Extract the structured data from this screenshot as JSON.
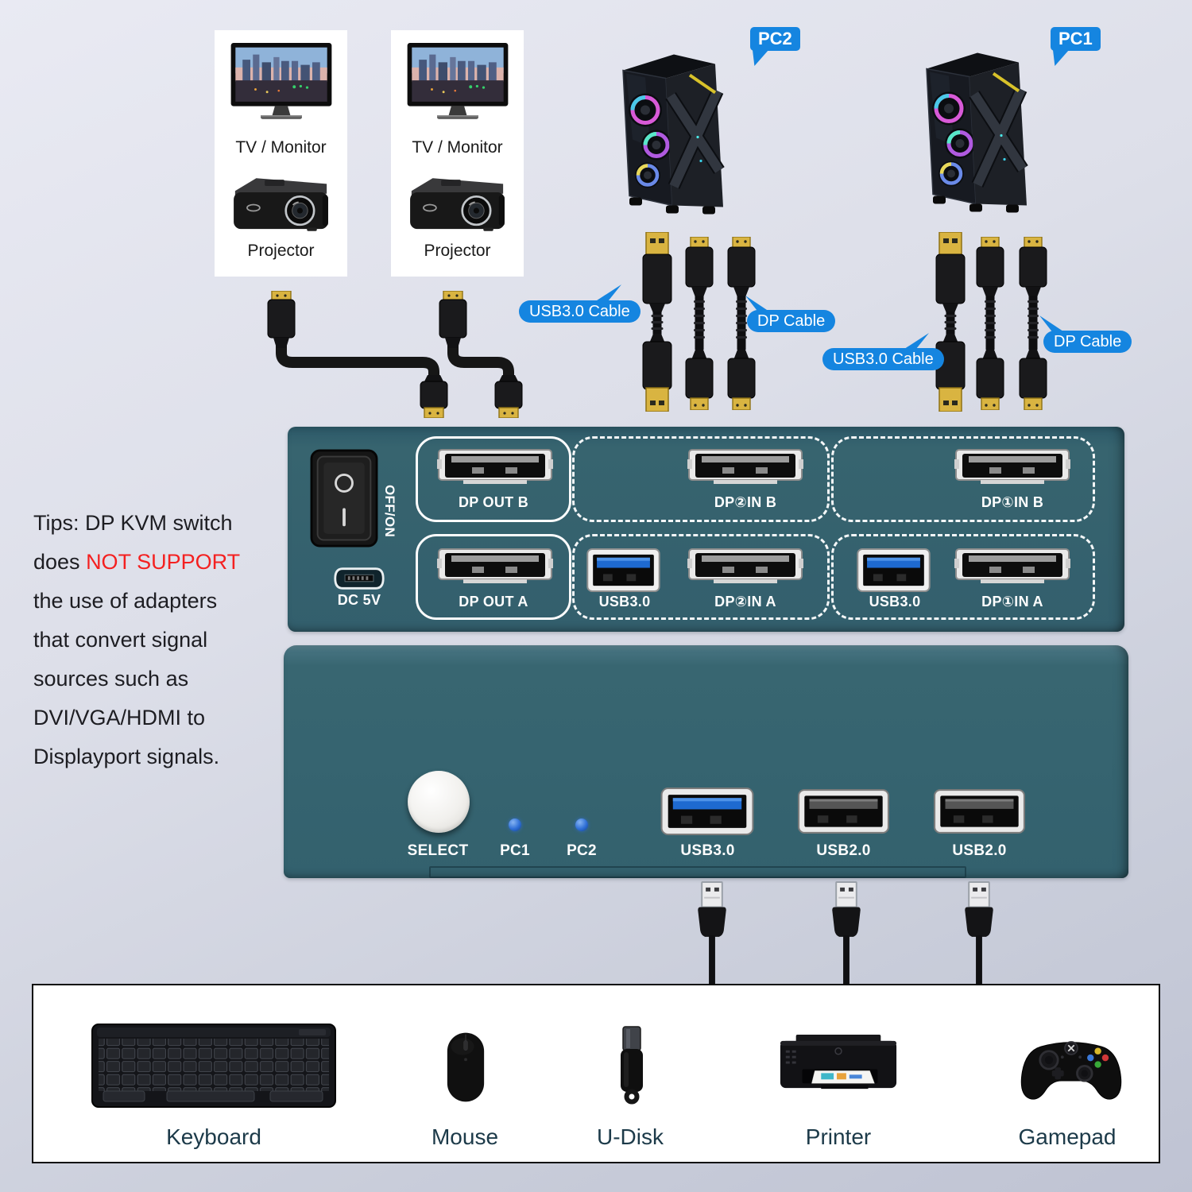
{
  "tips": {
    "line1": "Tips:  DP KVM switch",
    "line2_normal": "does ",
    "line2_highlight": "NOT SUPPORT",
    "line3": "the use of adapters",
    "line4": "that convert signal",
    "line5": "sources such as",
    "line6": "DVI/VGA/HDMI to",
    "line7": "Displayport signals.",
    "highlight_color": "#f42020"
  },
  "displays": {
    "cards": [
      {
        "monitor": "TV / Monitor",
        "projector": "Projector"
      },
      {
        "monitor": "TV / Monitor",
        "projector": "Projector"
      }
    ]
  },
  "computers": {
    "pc2": "PC2",
    "pc1": "PC1"
  },
  "cable_labels": {
    "left_usb": "USB3.0 Cable",
    "left_dp": "DP Cable",
    "right_usb": "USB3.0 Cable",
    "right_dp": "DP Cable"
  },
  "rear_panel": {
    "power": "OFF/ON",
    "dc": "DC 5V",
    "dp_out_b": "DP OUT B",
    "dp2_in_b": "DP②IN B",
    "dp1_in_b": "DP①IN B",
    "dp_out_a": "DP OUT A",
    "usb3_left": "USB3.0",
    "dp2_in_a": "DP②IN A",
    "usb3_right": "USB3.0",
    "dp1_in_a": "DP①IN A"
  },
  "front_panel": {
    "select": "SELECT",
    "pc1": "PC1",
    "pc2": "PC2",
    "usb3": "USB3.0",
    "usb2_first": "USB2.0",
    "usb2_second": "USB2.0"
  },
  "peripherals": {
    "keyboard": "Keyboard",
    "mouse": "Mouse",
    "udisk": "U-Disk",
    "printer": "Printer",
    "gamepad": "Gamepad"
  },
  "colors": {
    "device_teal": "#34626f",
    "callout_blue": "#1585e0",
    "highlight_red": "#f42020",
    "led_blue": "#2f6fd6",
    "usb3_port_blue": "#1e6ad0",
    "peripheral_label": "#1c3a49"
  }
}
